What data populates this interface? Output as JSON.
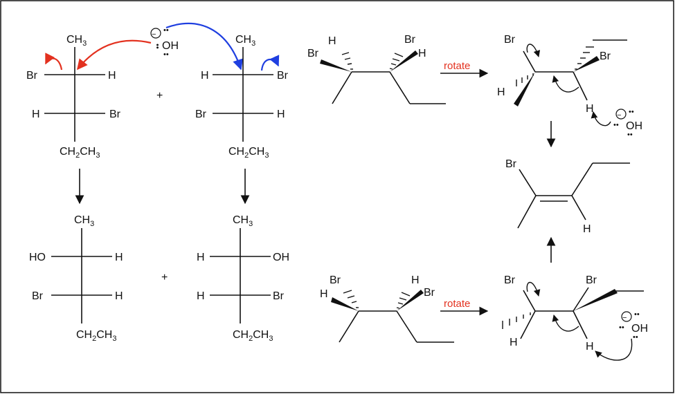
{
  "atoms": {
    "ch3": "CH",
    "three": "3",
    "ch2ch3_a": "CH",
    "ch2ch3_b": "2",
    "ch2ch3_c": "CH",
    "ch2ch3_d": "3",
    "h": "H",
    "br": "Br",
    "ho": "HO",
    "oh": "OH",
    "minus": "−",
    "lonepair": "••"
  },
  "labels": {
    "plus": "+",
    "rotate": "rotate"
  },
  "colors": {
    "red_arrow": "#e3311f",
    "blue_arrow": "#1f3fe0",
    "rotate_text": "#e3311f"
  }
}
